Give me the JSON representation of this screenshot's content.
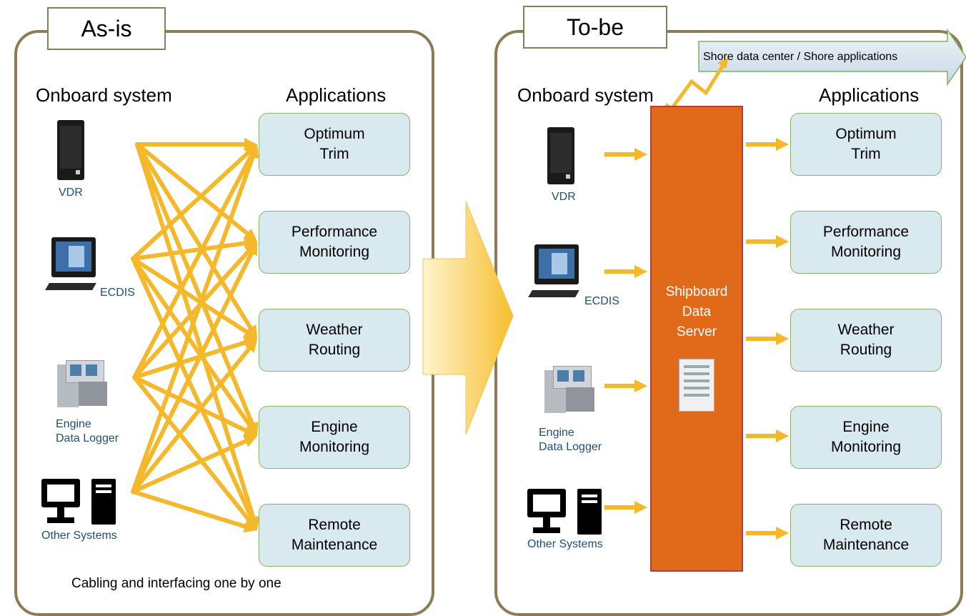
{
  "asis": {
    "tag": "As-is",
    "onboard_header": "Onboard system",
    "apps_header": "Applications",
    "devices": [
      "VDR",
      "ECDIS",
      "Engine\nData Logger",
      "Other Systems"
    ],
    "apps": [
      "Optimum\nTrim",
      "Performance\nMonitoring",
      "Weather\nRouting",
      "Engine\nMonitoring",
      "Remote\nMaintenance"
    ],
    "note": "Cabling and interfacing  one by one"
  },
  "tobe": {
    "tag": "To-be",
    "onboard_header": "Onboard system",
    "apps_header": "Applications",
    "devices": [
      "VDR",
      "ECDIS",
      "Engine\nData Logger",
      "Other Systems"
    ],
    "apps": [
      "Optimum\nTrim",
      "Performance\nMonitoring",
      "Weather\nRouting",
      "Engine\nMonitoring",
      "Remote\nMaintenance"
    ],
    "server_label": "Shipboard\nData\nServer",
    "shore_label": "Shore data center / Shore applications"
  },
  "colors": {
    "frame": "#8b7c55",
    "connector": "#f5b82a",
    "server": "#e06a1a",
    "app_fill": "#d9e9f0",
    "app_border": "#8ab36a",
    "device_label": "#1f4e79"
  },
  "icons": [
    "vdr-icon",
    "ecdis-icon",
    "engine-data-logger-icon",
    "other-systems-icon",
    "server-unit-icon",
    "transition-arrow-icon",
    "shore-arrow-icon",
    "lightning-link-icon"
  ]
}
